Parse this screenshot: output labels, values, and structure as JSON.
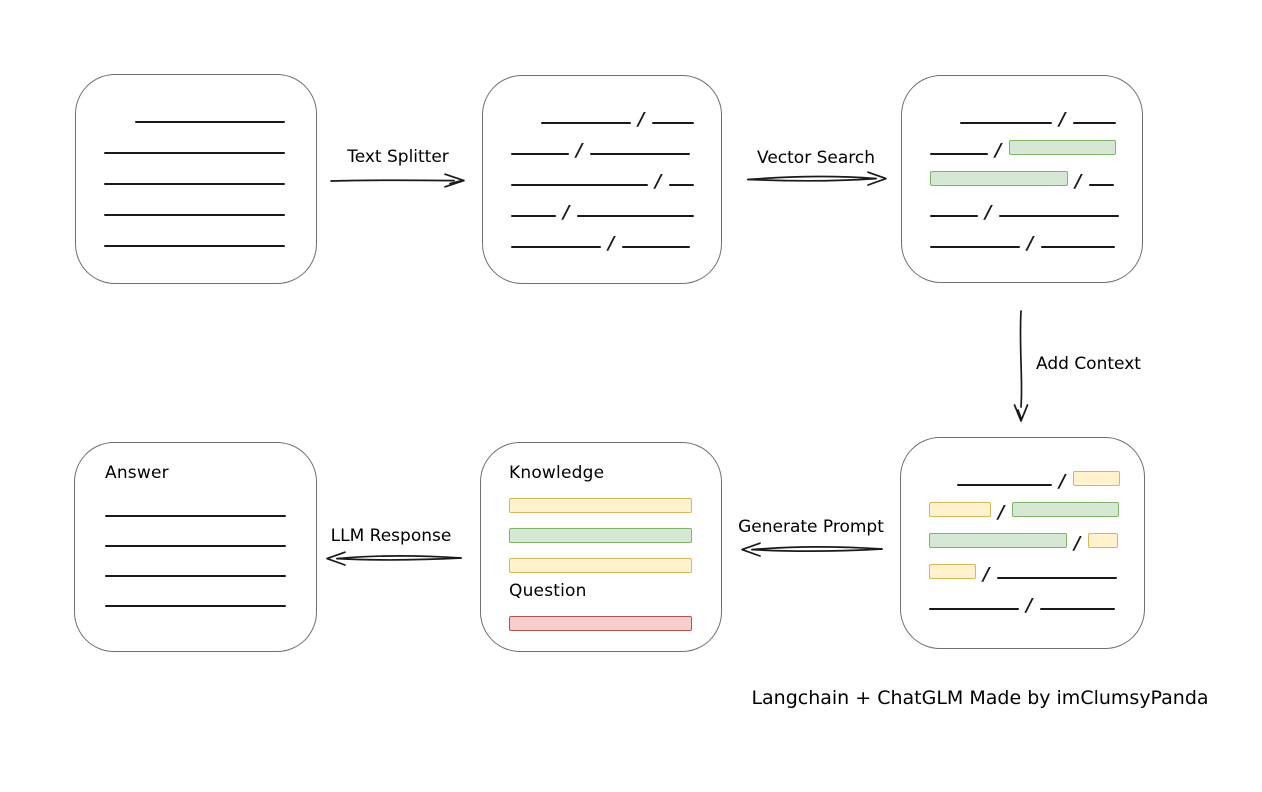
{
  "caption": "Langchain + ChatGLM Made by imClumsyPanda",
  "colors": {
    "box_stroke": "#707070",
    "line": "#1a1a1a",
    "green_fill": "#d5e8d4",
    "green_stroke": "#82b366",
    "yellow_fill": "#fff2cc",
    "yellow_stroke": "#d6b656",
    "red_fill": "#f8cecc",
    "red_stroke": "#b85450"
  },
  "arrows": {
    "text_splitter": {
      "label": "Text Splitter",
      "direction": "right"
    },
    "vector_search": {
      "label": "Vector Search",
      "direction": "right"
    },
    "add_context": {
      "label": "Add Context",
      "direction": "down"
    },
    "generate_prompt": {
      "label": "Generate Prompt",
      "direction": "left"
    },
    "llm_response": {
      "label": "LLM Response",
      "direction": "left"
    }
  },
  "boxes": {
    "document": {
      "rows": [
        [
          {
            "t": "space",
            "w": 31
          },
          {
            "t": "line",
            "w": 150
          }
        ],
        [
          {
            "t": "line",
            "w": 181
          }
        ],
        [
          {
            "t": "line",
            "w": 181
          }
        ],
        [
          {
            "t": "line",
            "w": 181
          }
        ],
        [
          {
            "t": "line",
            "w": 181
          }
        ]
      ]
    },
    "split_chunks": {
      "rows": [
        [
          {
            "t": "space",
            "w": 30
          },
          {
            "t": "line",
            "w": 90
          },
          {
            "t": "slash"
          },
          {
            "t": "line",
            "w": 42
          }
        ],
        [
          {
            "t": "line",
            "w": 58
          },
          {
            "t": "slash"
          },
          {
            "t": "line",
            "w": 100
          }
        ],
        [
          {
            "t": "line",
            "w": 137
          },
          {
            "t": "slash"
          },
          {
            "t": "line",
            "w": 25
          }
        ],
        [
          {
            "t": "line",
            "w": 45
          },
          {
            "t": "slash"
          },
          {
            "t": "line",
            "w": 117
          }
        ],
        [
          {
            "t": "line",
            "w": 90
          },
          {
            "t": "slash"
          },
          {
            "t": "line",
            "w": 68
          }
        ]
      ]
    },
    "matched_chunks": {
      "rows": [
        [
          {
            "t": "space",
            "w": 30
          },
          {
            "t": "line",
            "w": 92
          },
          {
            "t": "slash"
          },
          {
            "t": "line",
            "w": 43
          }
        ],
        [
          {
            "t": "line",
            "w": 58
          },
          {
            "t": "slash"
          },
          {
            "t": "green",
            "w": 107
          }
        ],
        [
          {
            "t": "green",
            "w": 138
          },
          {
            "t": "slash"
          },
          {
            "t": "line",
            "w": 25
          }
        ],
        [
          {
            "t": "line",
            "w": 48
          },
          {
            "t": "slash"
          },
          {
            "t": "line",
            "w": 120
          }
        ],
        [
          {
            "t": "line",
            "w": 90
          },
          {
            "t": "slash"
          },
          {
            "t": "line",
            "w": 74
          }
        ]
      ]
    },
    "context_chunks": {
      "rows": [
        [
          {
            "t": "space",
            "w": 28
          },
          {
            "t": "line",
            "w": 95
          },
          {
            "t": "slash"
          },
          {
            "t": "yellow",
            "w": 47
          }
        ],
        [
          {
            "t": "yellow",
            "w": 62
          },
          {
            "t": "slash"
          },
          {
            "t": "green",
            "w": 107
          }
        ],
        [
          {
            "t": "green",
            "w": 138
          },
          {
            "t": "slash"
          },
          {
            "t": "yellow",
            "w": 30
          }
        ],
        [
          {
            "t": "yellow",
            "w": 47
          },
          {
            "t": "slash"
          },
          {
            "t": "line",
            "w": 120
          }
        ],
        [
          {
            "t": "line",
            "w": 90
          },
          {
            "t": "slash"
          },
          {
            "t": "line",
            "w": 75
          }
        ]
      ]
    },
    "prompt": {
      "knowledge_label": "Knowledge",
      "question_label": "Question",
      "knowledge_rows": [
        [
          {
            "t": "yellow",
            "w": 183
          }
        ],
        [
          {
            "t": "green",
            "w": 183
          }
        ],
        [
          {
            "t": "yellow",
            "w": 183
          }
        ]
      ],
      "question_rows": [
        [
          {
            "t": "red",
            "w": 183
          }
        ]
      ]
    },
    "answer": {
      "label": "Answer",
      "rows": [
        [
          {
            "t": "line",
            "w": 181
          }
        ],
        [
          {
            "t": "line",
            "w": 181
          }
        ],
        [
          {
            "t": "line",
            "w": 181
          }
        ],
        [
          {
            "t": "line",
            "w": 181
          }
        ]
      ]
    }
  }
}
